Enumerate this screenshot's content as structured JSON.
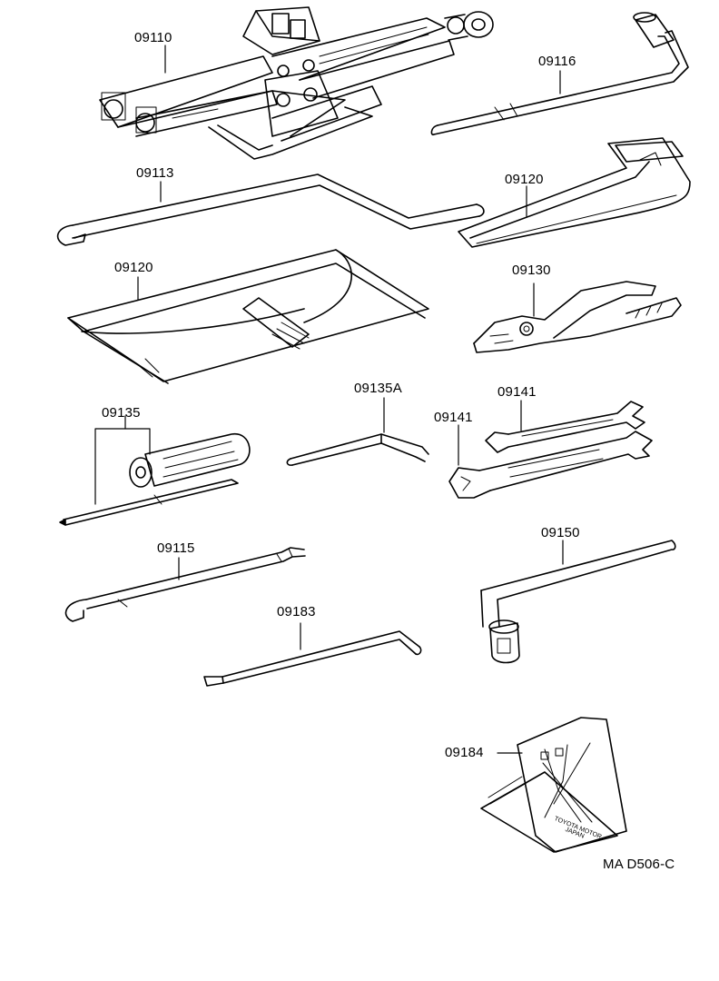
{
  "labels": {
    "jack": "09110",
    "jack_handle": "09116",
    "handle_bar": "09113",
    "bag_right": "09120",
    "tool_bag": "09120",
    "pliers": "09130",
    "screwdriver_part": "09135A",
    "screwdriver": "09135",
    "wrench_upper": "09141",
    "wrench_lower": "09141",
    "extension_bar": "09115",
    "wheel_wrench": "09150",
    "hook_bar": "09183",
    "wheel_chock": "09184",
    "drawing_code": "MA D506-C"
  },
  "chock_text": {
    "line1": "TOYOTA MOTOR",
    "line2": "JAPAN"
  }
}
